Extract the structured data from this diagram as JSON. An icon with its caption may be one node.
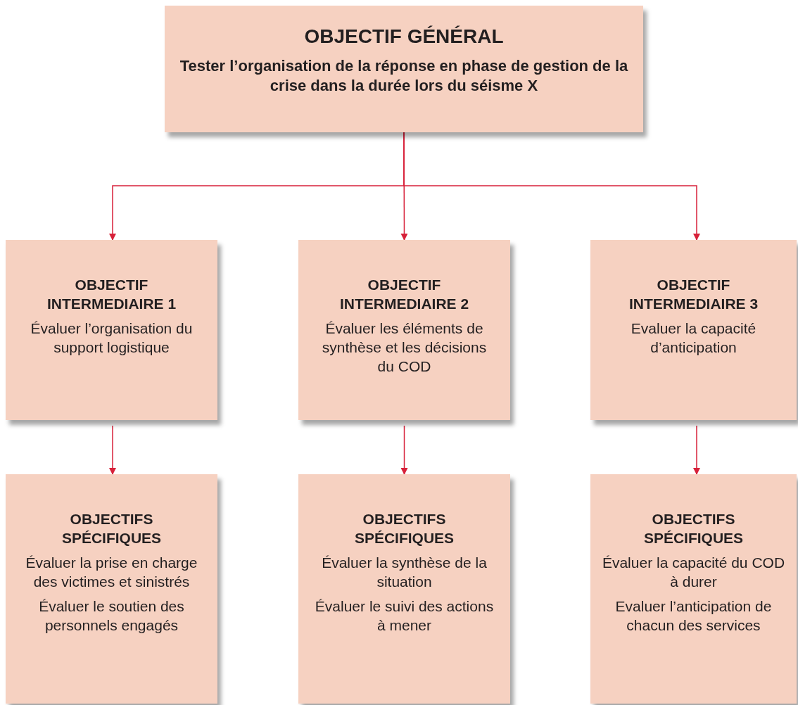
{
  "diagram": {
    "nodes": [
      {
        "text": [
          "OBJECTIF GÉNÉRAL",
          "Tester l’organisation de la réponse en phase de gestion de la crise dans la durée lors du séisme X"
        ]
      },
      {
        "text": [
          "OBJECTIF INTERMEDIAIRE 1",
          "Évaluer l’organisation du support logistique"
        ]
      },
      {
        "text": [
          "OBJECTIF INTERMEDIAIRE 2",
          "Évaluer les éléments de synthèse et les décisions du COD"
        ]
      },
      {
        "text": [
          "OBJECTIF INTERMEDIAIRE 3",
          "Evaluer la capacité d’anticipation"
        ]
      },
      {
        "text": [
          "OBJECTIFS SPÉCIFIQUES",
          "Évaluer la prise en charge des victimes et sinistrés",
          "Évaluer le soutien des personnels engagés"
        ]
      },
      {
        "text": [
          "OBJECTIFS SPÉCIFIQUES",
          "Évaluer la synthèse de la situation",
          "Évaluer le suivi des actions à mener"
        ]
      },
      {
        "text": [
          "OBJECTIFS SPÉCIFIQUES",
          "Évaluer la capacité du COD à durer",
          "Evaluer l’anticipation de chacun des services"
        ]
      }
    ],
    "edges": [
      {
        "from": 0,
        "to": 1,
        "arrow": "to"
      },
      {
        "from": 0,
        "to": 2,
        "arrow": "to"
      },
      {
        "from": 0,
        "to": 3,
        "arrow": "to"
      },
      {
        "from": 1,
        "to": 4,
        "arrow": "to"
      },
      {
        "from": 2,
        "to": 5,
        "arrow": "to"
      },
      {
        "from": 3,
        "to": 6,
        "arrow": "to"
      }
    ]
  }
}
